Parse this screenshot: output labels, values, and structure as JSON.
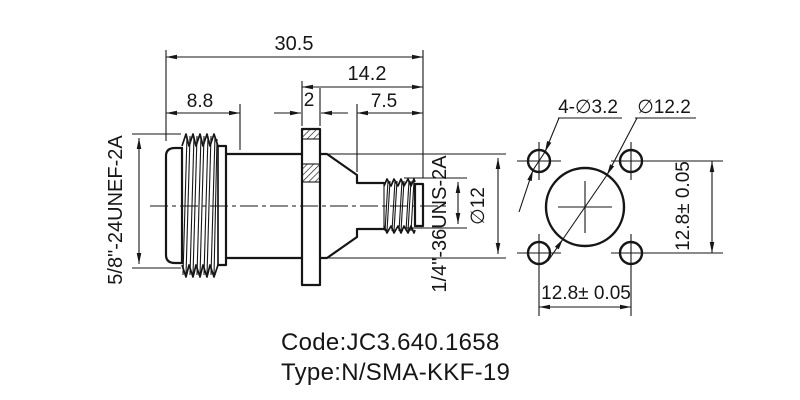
{
  "colors": {
    "ink": "#161616",
    "paper": "#ffffff"
  },
  "side_view": {
    "dim_overall_length": "30.5",
    "dim_right_length": "14.2",
    "dim_n_thread_length": "8.8",
    "dim_flange_thickness": "2",
    "dim_sma_length": "7.5",
    "label_n_thread": "5/8\"-24UNEF-2A",
    "label_sma_thread": "1/4\"-36UNS-2A",
    "label_body_diameter": "∅12"
  },
  "front_view": {
    "label_mounting_holes": "4-∅3.2",
    "label_center_hole": "∅12.2",
    "dim_hole_spacing_vertical": "12.8± 0.05",
    "dim_hole_spacing_horizontal": "12.8± 0.05"
  },
  "notes": {
    "code": "Code:JC3.640.1658",
    "type": "Type:N/SMA-KKF-19"
  }
}
